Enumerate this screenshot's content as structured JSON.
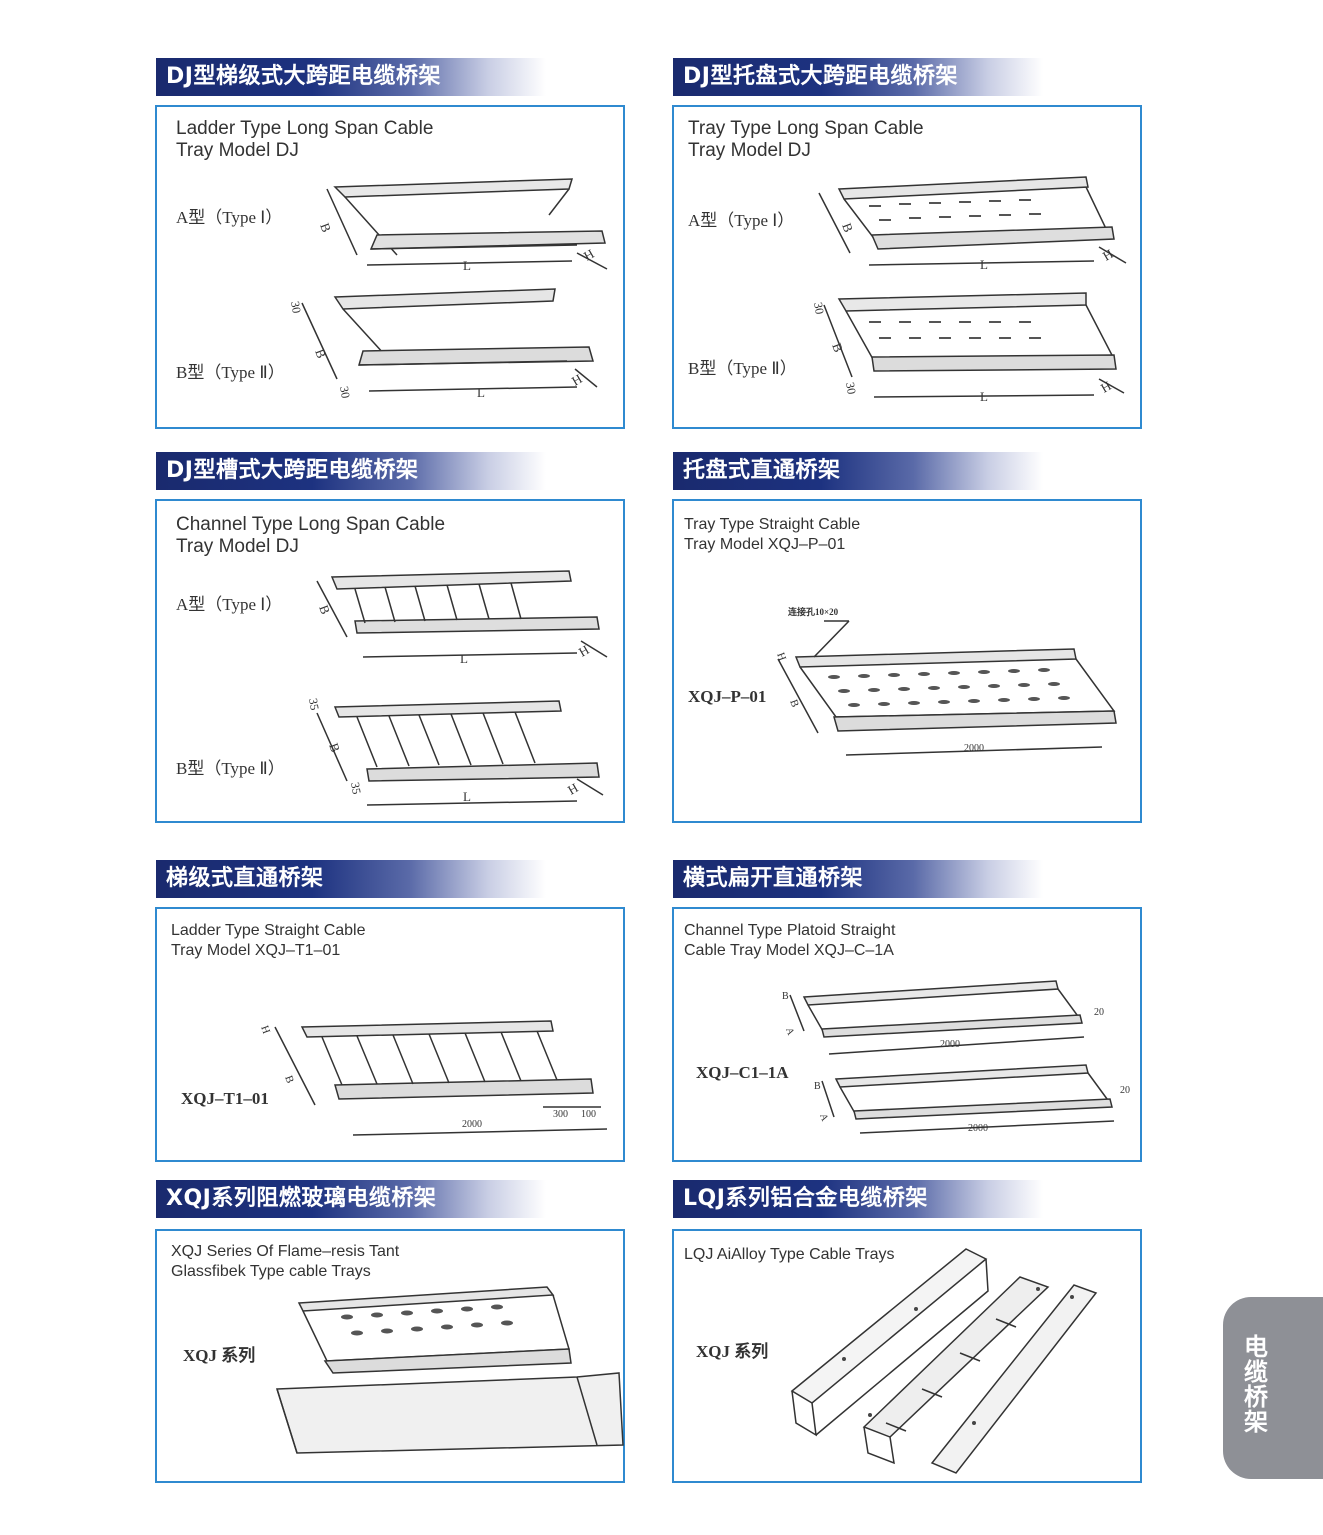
{
  "panels": [
    {
      "header": "DJ型梯级式大跨距电缆桥架",
      "desc": "Ladder Type Long Span Cable\nTray Model DJ",
      "labels": [
        "A型（Type Ⅰ）",
        "B型（Type Ⅱ）"
      ],
      "dims_a": [
        "B",
        "L",
        "H"
      ],
      "dims_b": [
        "30",
        "B",
        "30",
        "L",
        "H"
      ]
    },
    {
      "header": "DJ型托盘式大跨距电缆桥架",
      "desc": "Tray Type Long Span Cable\nTray Model DJ",
      "labels": [
        "A型（Type Ⅰ）",
        "B型（Type Ⅱ）"
      ],
      "dims_a": [
        "B",
        "L",
        "H"
      ],
      "dims_b": [
        "30",
        "B",
        "30",
        "L",
        "H"
      ]
    },
    {
      "header": "DJ型槽式大跨距电缆桥架",
      "desc": "Channel Type Long Span Cable\nTray Model DJ",
      "labels": [
        "A型（Type Ⅰ）",
        "B型（Type Ⅱ）"
      ],
      "dims_a": [
        "B",
        "L",
        "H"
      ],
      "dims_b": [
        "35",
        "B",
        "35",
        "L",
        "H"
      ]
    },
    {
      "header": "托盘式直通桥架",
      "desc": "Tray Type Straight Cable\nTray Model XQJ–P–01",
      "labels": [
        "XQJ–P–01"
      ],
      "dims": [
        "连接孔10×20",
        "H",
        "B",
        "2000"
      ]
    },
    {
      "header": "梯级式直通桥架",
      "desc": "Ladder Type Straight Cable\nTray Model XQJ–T1–01",
      "labels": [
        "XQJ–T1–01"
      ],
      "dims": [
        "H",
        "B",
        "300",
        "100",
        "2000"
      ]
    },
    {
      "header": "横式扁开直通桥架",
      "desc": "Channel Type Platoid Straight\nCable Tray Model XQJ–C–1A",
      "labels": [
        "XQJ–C1–1A"
      ],
      "dims": [
        "B",
        "A",
        "20",
        "2000",
        "B",
        "A",
        "20",
        "2000"
      ]
    },
    {
      "header": "XQJ系列阻燃玻璃电缆桥架",
      "desc": "XQJ Series Of Flame–resis Tant\nGlassfibek Type cable Trays",
      "labels": [
        "XQJ 系列"
      ]
    },
    {
      "header": "LQJ系列铝合金电缆桥架",
      "desc": "LQJ AiAlloy Type Cable Trays",
      "labels": [
        "XQJ 系列"
      ]
    }
  ],
  "side_tab": "电缆桥架"
}
